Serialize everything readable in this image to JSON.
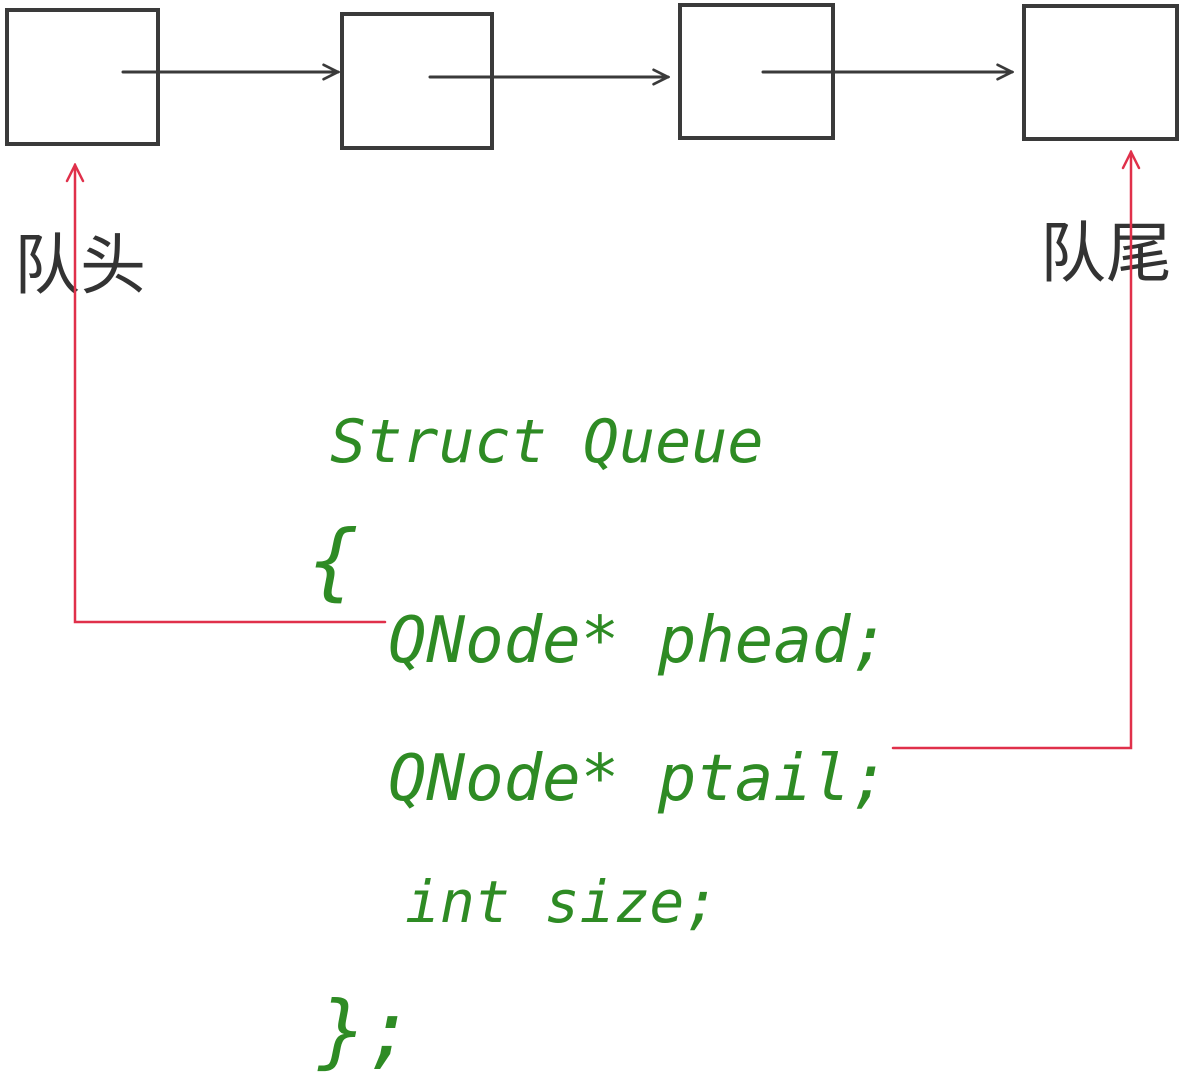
{
  "labels": {
    "head": "队头",
    "tail": "队尾"
  },
  "code": {
    "line1": "Struct Queue",
    "line2": "{",
    "line3": "QNode* phead;",
    "line4": "QNode* ptail;",
    "line5": "int size;",
    "line6": "};"
  },
  "colors": {
    "node_stroke": "#3a3a3a",
    "pointer_line": "#e0304a",
    "code_text": "#2e8b24",
    "label_text": "#333333"
  }
}
